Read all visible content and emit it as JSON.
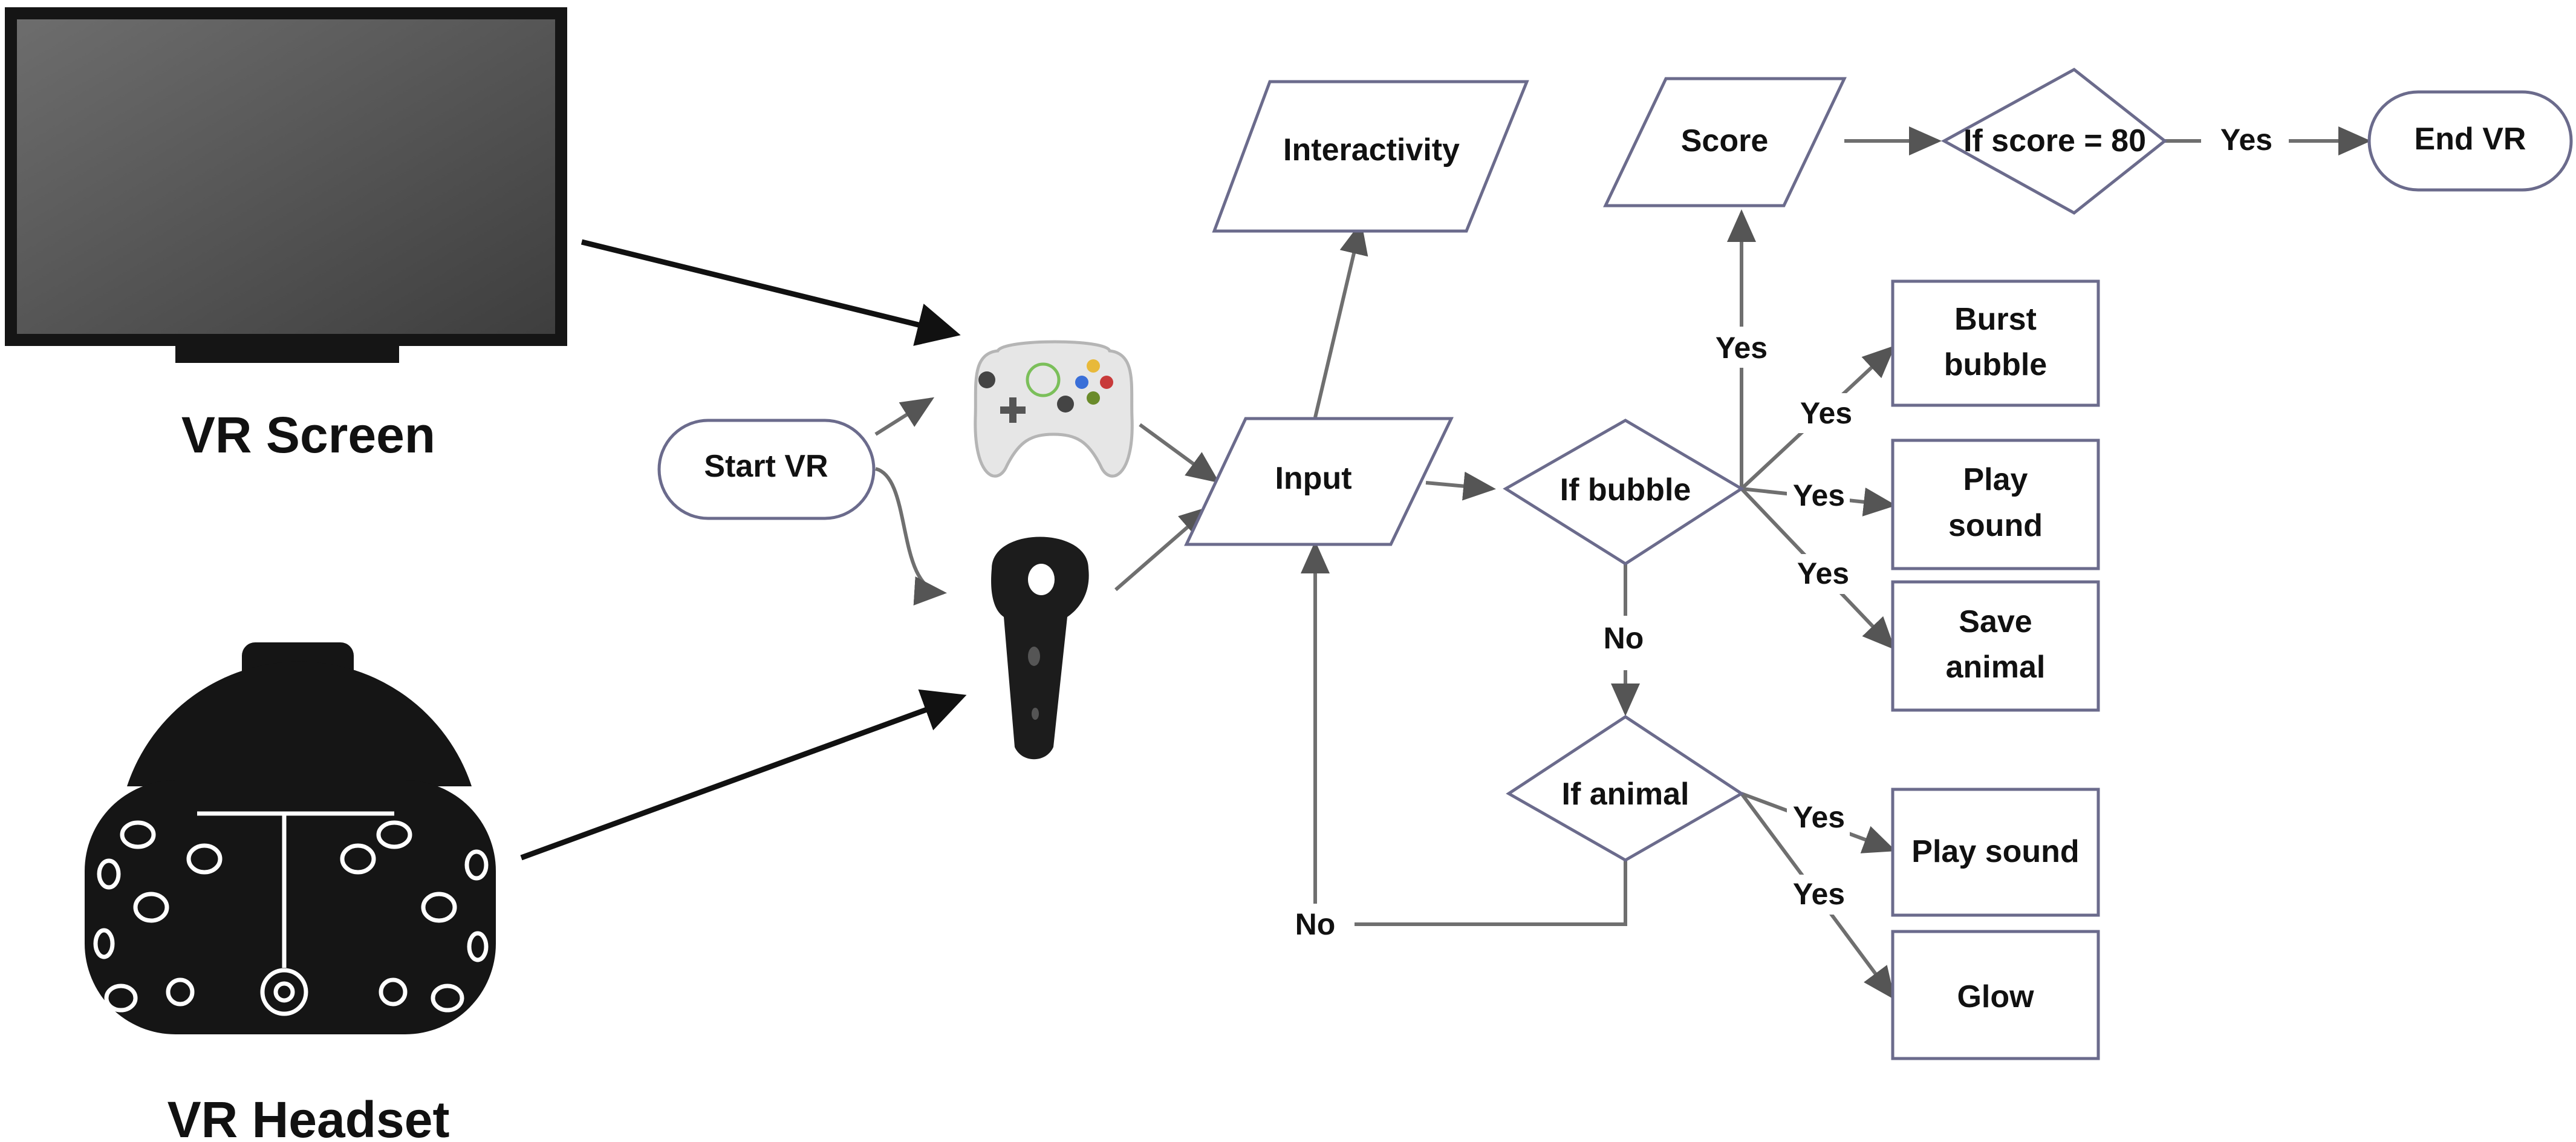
{
  "devices": {
    "screen_label": "VR Screen",
    "headset_label": "VR Headset"
  },
  "nodes": {
    "start": "Start VR",
    "interactivity": "Interactivity",
    "input": "Input",
    "score": "Score",
    "if_score": "If score = 80",
    "end": "End VR",
    "if_bubble": "If bubble",
    "burst_1": "Burst",
    "burst_2": "bubble",
    "play_sound_1": "Play",
    "play_sound_2": "sound",
    "save_1": "Save",
    "save_2": "animal",
    "if_animal": "If animal",
    "play_sound_b": "Play sound",
    "glow": "Glow"
  },
  "edges": {
    "yes_score": "Yes",
    "yes_end": "Yes",
    "yes_burst": "Yes",
    "yes_play": "Yes",
    "yes_save": "Yes",
    "no_bubble": "No",
    "yes_animal_sound": "Yes",
    "yes_glow": "Yes",
    "no_animal": "No"
  },
  "icons": [
    "tv-screen-icon",
    "vr-headset-icon",
    "gamepad-icon",
    "vr-controller-icon"
  ],
  "colors": {
    "shape_stroke": "#6b6b8c",
    "connector": "#6f6f6f",
    "device": "#1a1a1a"
  }
}
